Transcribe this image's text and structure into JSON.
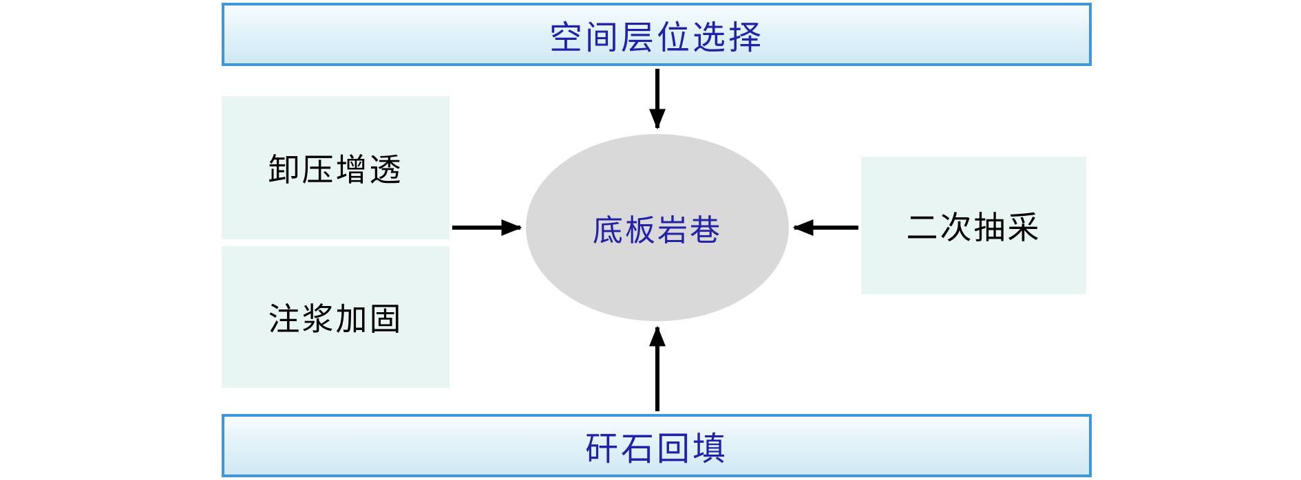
{
  "diagram": {
    "top_bar": {
      "label": "空间层位选择"
    },
    "center_ellipse": {
      "label": "底板岩巷"
    },
    "left_box_1": {
      "label": "卸压增透"
    },
    "left_box_2": {
      "label": "注浆加固"
    },
    "right_box": {
      "label": "二次抽采"
    },
    "bottom_bar": {
      "label": "矸石回填"
    },
    "colors": {
      "bar_border": "#3f97d9",
      "bar_fill_top": "#f7fcfe",
      "bar_fill_bottom": "#cfe9f4",
      "side_box_fill": "#e9f5f2",
      "ellipse_fill": "#d9d9d9",
      "accent_text": "#2222a8",
      "arrow": "#000000"
    }
  }
}
